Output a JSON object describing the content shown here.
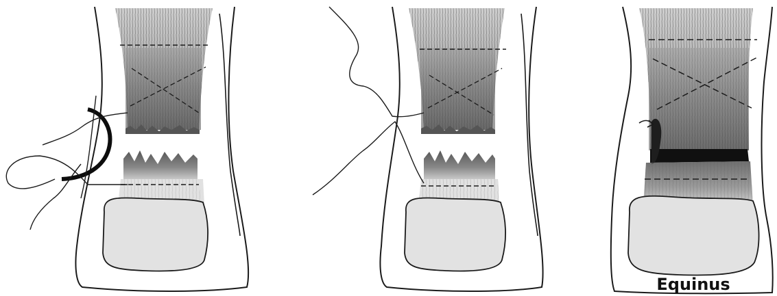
{
  "panels": [
    {
      "id": "left",
      "label": ""
    },
    {
      "id": "middle",
      "label": ""
    },
    {
      "id": "right",
      "label": "Equinus"
    }
  ],
  "colors": {
    "background": "#ffffff",
    "ink": "#1a1a1a",
    "tendon_dark": "#5a5a5a",
    "tendon_mid": "#8a8a8a",
    "tendon_light": "#bdbdbd",
    "calcaneus_fill": "#e2e2e2",
    "gap_dark": "#101010"
  }
}
